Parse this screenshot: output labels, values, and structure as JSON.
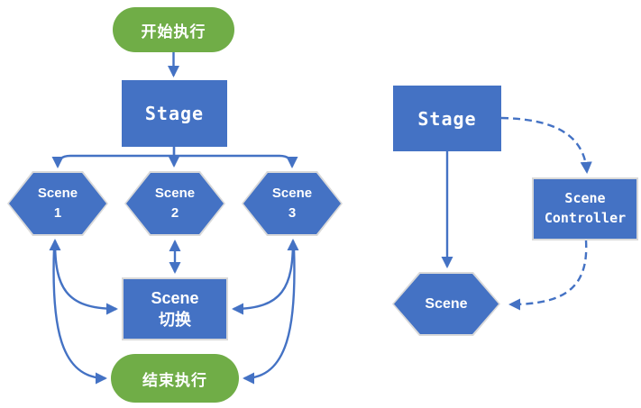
{
  "colors": {
    "node_blue": "#4472C4",
    "node_green": "#70AD47",
    "arrow_blue": "#4472C4",
    "border_light": "#D9D9D9",
    "text": "#ffffff",
    "background": "#ffffff"
  },
  "left_diagram": {
    "start_label": "开始执行",
    "stage_label": "Stage",
    "scenes": [
      {
        "line1": "Scene",
        "line2": "1"
      },
      {
        "line1": "Scene",
        "line2": "2"
      },
      {
        "line1": "Scene",
        "line2": "3"
      }
    ],
    "switcher": {
      "line1": "Scene",
      "line2": "切换"
    },
    "end_label": "结束执行",
    "edges": [
      {
        "from": "start",
        "to": "stage",
        "style": "solid",
        "arrows": "end"
      },
      {
        "from": "stage",
        "to": "scene-1",
        "style": "solid",
        "arrows": "end"
      },
      {
        "from": "stage",
        "to": "scene-2",
        "style": "solid",
        "arrows": "end"
      },
      {
        "from": "stage",
        "to": "scene-3",
        "style": "solid",
        "arrows": "end"
      },
      {
        "from": "scene-1",
        "to": "switcher",
        "style": "solid",
        "arrows": "both"
      },
      {
        "from": "scene-2",
        "to": "switcher",
        "style": "solid",
        "arrows": "both"
      },
      {
        "from": "scene-3",
        "to": "switcher",
        "style": "solid",
        "arrows": "both"
      },
      {
        "from": "scene-1",
        "to": "end",
        "style": "solid",
        "arrows": "end"
      },
      {
        "from": "scene-3",
        "to": "end",
        "style": "solid",
        "arrows": "end"
      }
    ]
  },
  "right_diagram": {
    "stage_label": "Stage",
    "controller": {
      "line1": "Scene",
      "line2": "Controller"
    },
    "scene_label": "Scene",
    "edges": [
      {
        "from": "stage",
        "to": "scene",
        "style": "solid",
        "arrows": "end"
      },
      {
        "from": "stage",
        "to": "controller",
        "style": "dashed",
        "arrows": "end"
      },
      {
        "from": "controller",
        "to": "scene",
        "style": "dashed",
        "arrows": "end"
      }
    ]
  }
}
